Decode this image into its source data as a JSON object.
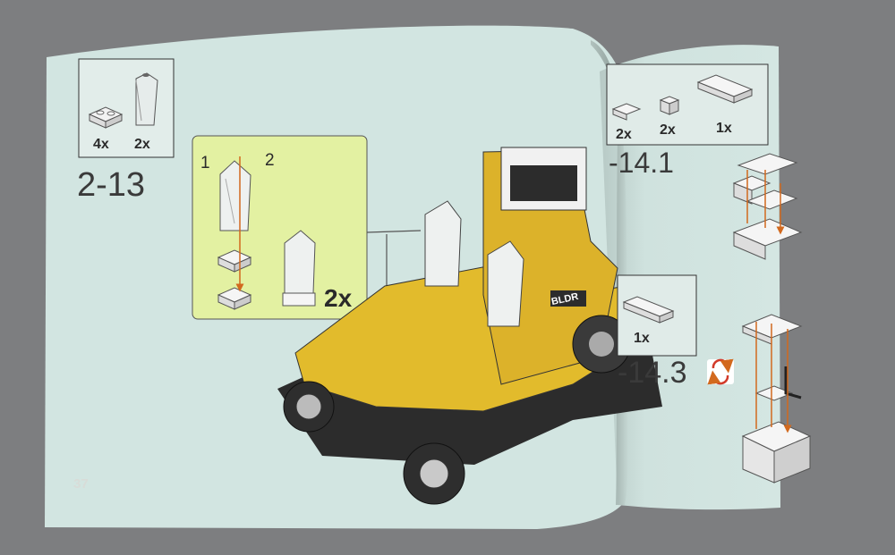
{
  "colors": {
    "background": "#7d7e80",
    "page": "#d2e5e1",
    "callout": "#e3f1a2",
    "model_yellow": "#e2bb2c",
    "model_black": "#2b2b2b",
    "arrow": "#d2691e"
  },
  "left_page": {
    "parts_list": [
      {
        "count": "4x",
        "part": "plate-1x2"
      },
      {
        "count": "2x",
        "part": "transparent-slope"
      }
    ],
    "step_number": "2-13",
    "callout": {
      "substeps": [
        "1",
        "2"
      ],
      "multiplier": "2x"
    },
    "decal_text": "BLDR",
    "page_number": "37"
  },
  "right_page": {
    "parts_list": [
      {
        "count": "2x",
        "part": "plate-1x2"
      },
      {
        "count": "2x",
        "part": "brick-1x1"
      },
      {
        "count": "1x",
        "part": "plate-1x4"
      }
    ],
    "step_a": "-14.1",
    "parts_list_b": [
      {
        "count": "1x",
        "part": "plate-1x4"
      }
    ],
    "step_b": "-14.3",
    "rotate_icon": "rotate-icon"
  }
}
